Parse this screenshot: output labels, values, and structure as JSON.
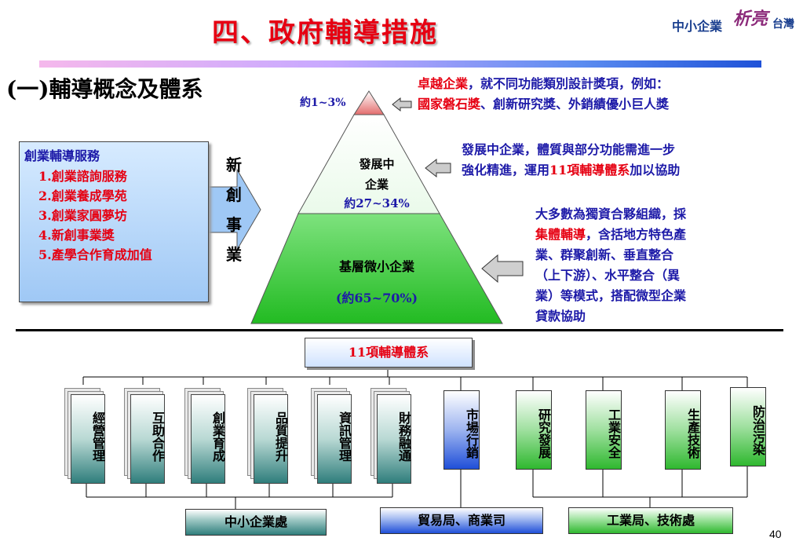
{
  "title": "四、政府輔導措施",
  "logo": {
    "part1": "中小企業",
    "part2": "析亮",
    "part3": "台灣"
  },
  "subtitle": "(一)輔導概念及體系",
  "pyramid": {
    "top_label": "約1~3%",
    "mid_line1": "發展中",
    "mid_line2": "企業",
    "mid_pct": "約27~34%",
    "base_line1": "基層微小企業",
    "base_pct": "(約65~70%)"
  },
  "notes": {
    "top_red": "卓越企業",
    "top_rest1": "，就不同功能類別設計獎項，例如：",
    "top_red2": "國家磐石獎",
    "top_rest2": "、創新研究獎、外銷績優小巨人獎",
    "mid_line1": "發展中企業，體質與部分功能需進一步",
    "mid_pre": "強化精進，運用",
    "mid_red": "11項輔導體系",
    "mid_post": "加以協助",
    "base_line1": "大多數為獨資合夥組織，採",
    "base_red": "集體輔導",
    "base_line2": "，含括地方特色產",
    "base_line3": "業、群聚創新、垂直整合",
    "base_line4": "（上下游）、水平整合（異",
    "base_line5": "業）等模式，搭配微型企業",
    "base_line6": "貸款協助"
  },
  "startup": {
    "header": "創業輔導服務",
    "items": [
      "1.創業諮詢服務",
      "2.創業養成學苑",
      "3.創業家圓夢坊",
      "4.新創事業獎",
      "5.產學合作育成加值"
    ],
    "vertical": [
      "新",
      "創",
      "事",
      "業"
    ]
  },
  "system_header": "11項輔導體系",
  "columns": [
    {
      "label": "經營管理"
    },
    {
      "label": "互助合作"
    },
    {
      "label": "創業育成"
    },
    {
      "label": "品質提升"
    },
    {
      "label": "資訊管理"
    },
    {
      "label": "財務融通"
    },
    {
      "label": "市場行銷"
    },
    {
      "label": "研究發展"
    },
    {
      "label": "工業安全"
    },
    {
      "label": "生產技術"
    },
    {
      "label": "防治污染"
    }
  ],
  "agencies": [
    "中小企業處",
    "貿易局、商業司",
    "工業局、技術處"
  ],
  "page_number": "40",
  "colors": {
    "title_red": "#e60012",
    "note_blue": "#1d1aa8",
    "pyramid_green": "#33cc33",
    "teal": "#2f7e7c",
    "blue_col": "#1f4fd8",
    "green_col": "#2fb82f"
  }
}
